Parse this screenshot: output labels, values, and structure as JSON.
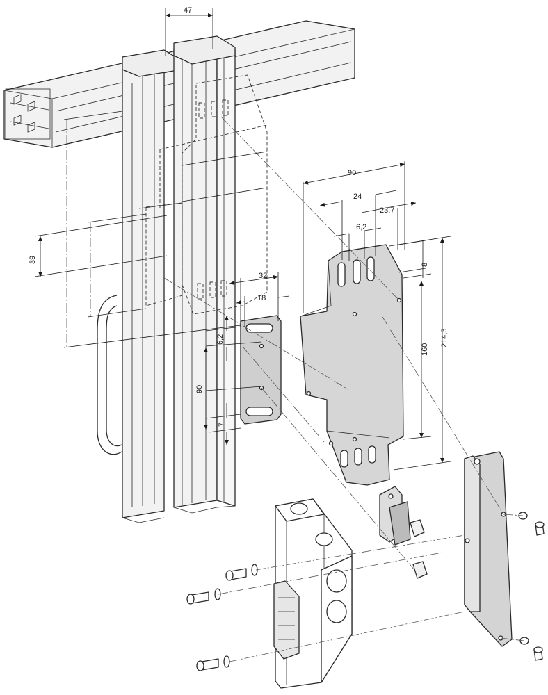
{
  "dimensions": {
    "profile_spacing": "47",
    "plate_width": "90",
    "slot_span": "24",
    "slot_offset": "23,7",
    "slot_pitch": "6,2",
    "slot_width": "8",
    "plate_hole_spacing": "160",
    "plate_height": "214,3",
    "pad_width_outer": "32",
    "pad_width": "18",
    "pad_slot_offset": "6,2",
    "pad_hole_spacing": "90",
    "pad_slot_bottom": "7",
    "mount_offset": "39"
  },
  "colors": {
    "line": "#2a2a2a",
    "profile_fill": "#f2f2f2",
    "plate_fill": "#d6d6d6",
    "pad_fill": "#cfcfcf",
    "body_fill": "#ffffff"
  },
  "parts": [
    "aluminium-profile-frame",
    "mounting-plate",
    "actuator-pad",
    "hinge-actuator",
    "switch-body",
    "angle-bracket",
    "screws"
  ]
}
